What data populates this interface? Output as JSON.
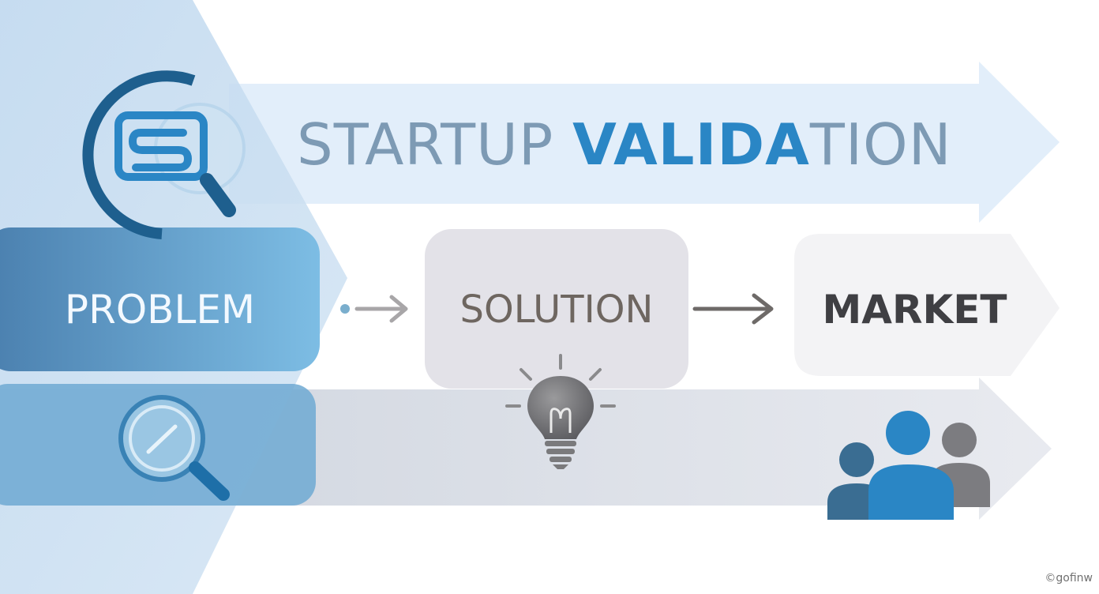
{
  "title": {
    "part1": "STARTUP ",
    "part2": "VALIDA",
    "part3": "TION"
  },
  "stages": {
    "problem": "PROBLEM",
    "solution": "SOLUTION",
    "market": "MARKET"
  },
  "watermark": "©gofinw",
  "icons": [
    "search-document-icon",
    "magnifier-icon",
    "lightbulb-icon",
    "people-group-icon"
  ],
  "colors": {
    "accent_blue": "#2a86c5",
    "title_gray_blue": "#7d9ab4",
    "problem_panel": "#5a9fcc",
    "solution_panel": "#e3e2e8",
    "market_panel": "#f4f4f6",
    "lower_arrow": "#d8dbe2",
    "upper_arrow": "#e2eefa"
  }
}
